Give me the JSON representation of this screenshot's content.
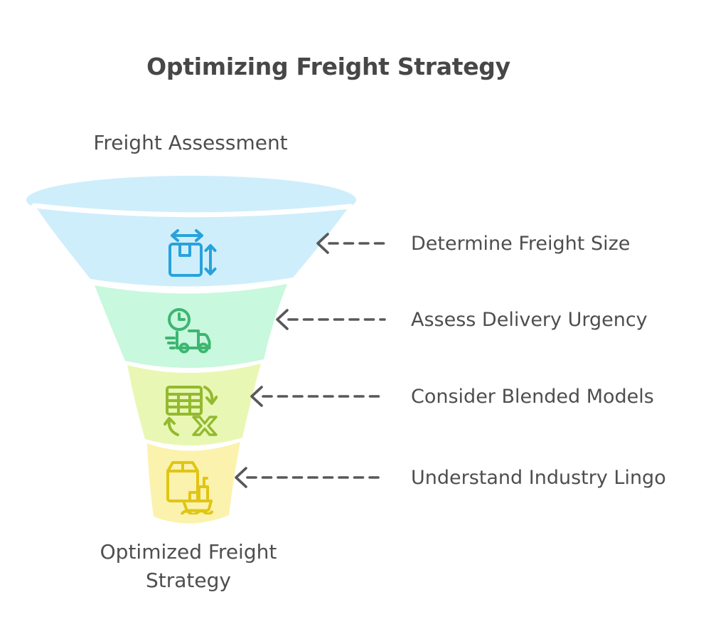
{
  "title": "Optimizing Freight Strategy",
  "funnel": {
    "top_label": "Freight Assessment",
    "bottom_label": "Optimized Freight Strategy",
    "arrow_color": "#58585a",
    "text_color": "#4e4e4e",
    "stages": [
      {
        "label": "Determine Freight Size",
        "color": "#cfeefb",
        "icon": "package-dimensions-icon",
        "icon_color": "#29a2db"
      },
      {
        "label": "Assess Delivery Urgency",
        "color": "#c8f8dd",
        "icon": "express-delivery-icon",
        "icon_color": "#3cb671"
      },
      {
        "label": "Consider Blended Models",
        "color": "#e9f7b4",
        "icon": "rate-table-exchange-icon",
        "icon_color": "#92ba2f"
      },
      {
        "label": "Understand Industry Lingo",
        "color": "#fbf2ad",
        "icon": "cargo-shipment-icon",
        "icon_color": "#e0c514"
      }
    ]
  }
}
